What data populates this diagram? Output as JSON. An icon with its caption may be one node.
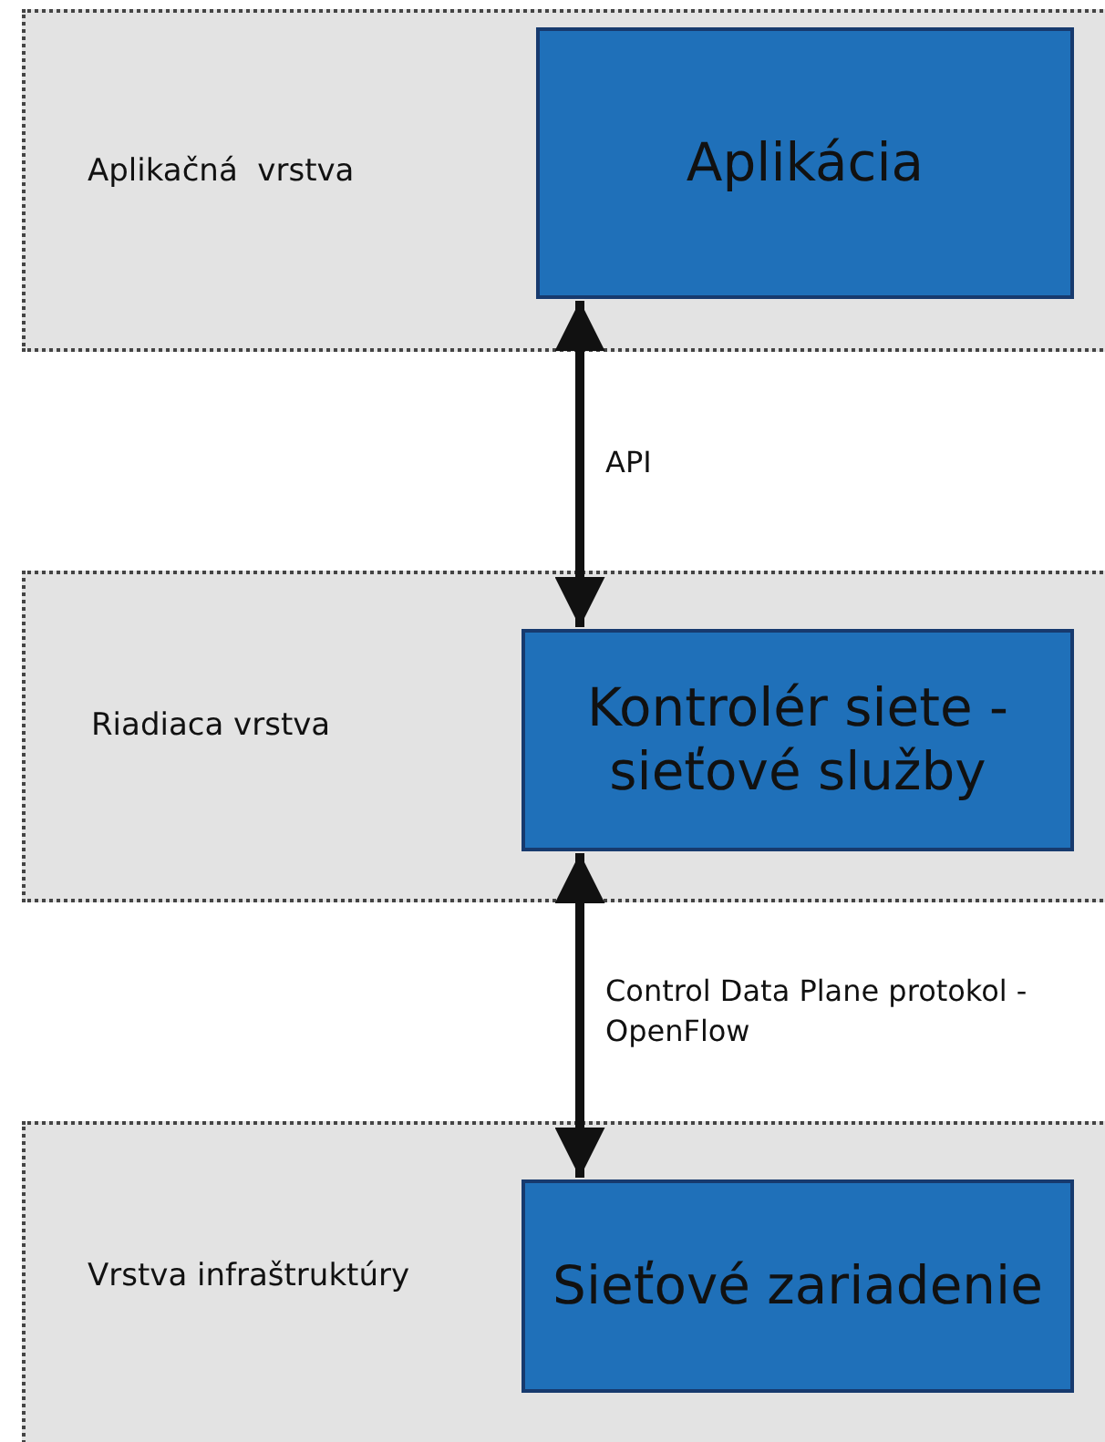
{
  "diagram": {
    "nodes": [
      {
        "text": [
          "Aplikačná  vrstva"
        ]
      },
      {
        "text": [
          "Aplikácia"
        ],
        "in": 0
      },
      {
        "text": [
          "Riadiaca vrstva"
        ]
      },
      {
        "text": [
          "Kontrolér siete - sieťové služby"
        ],
        "in": 2
      },
      {
        "text": [
          "Vrstva infraštruktúry"
        ]
      },
      {
        "text": [
          "Sieťové zariadenie"
        ],
        "in": 4
      }
    ],
    "edges": [
      {
        "from": 1,
        "to": 3,
        "arrow": "both",
        "label": "API"
      },
      {
        "from": 3,
        "to": 5,
        "arrow": "both",
        "label": "Control Data Plane protokol - OpenFlow"
      }
    ]
  }
}
